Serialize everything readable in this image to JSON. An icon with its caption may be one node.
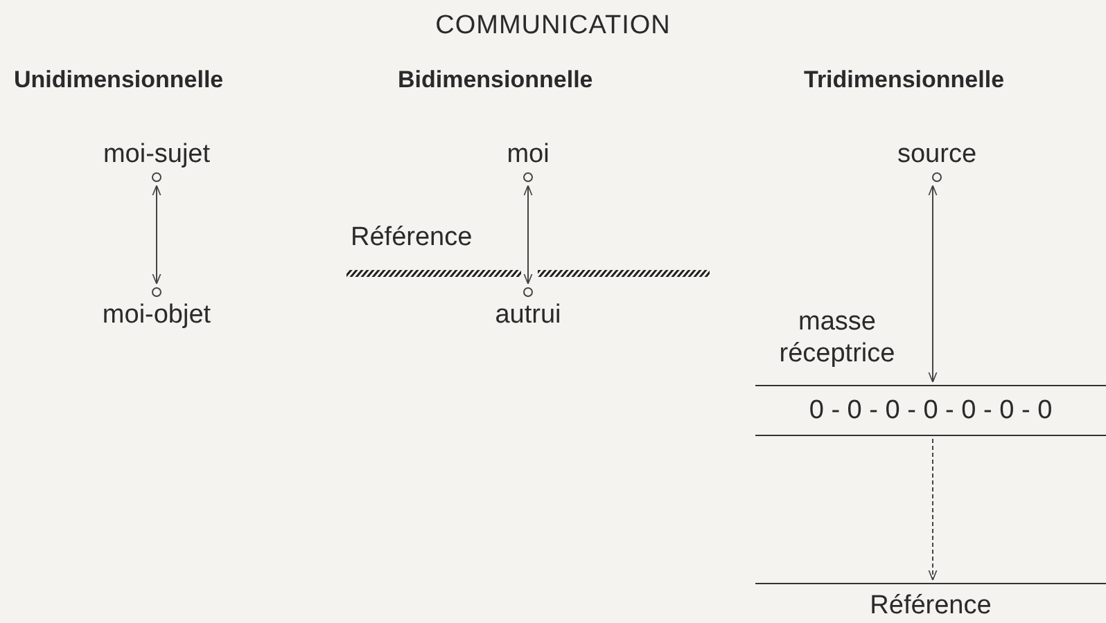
{
  "diagram": {
    "title": "COMMUNICATION",
    "nodes": [
      {
        "text": [
          "moi-sujet"
        ]
      },
      {
        "text": [
          "moi-objet"
        ]
      },
      {
        "text": [
          "moi"
        ]
      },
      {
        "text": [
          "autrui"
        ]
      },
      {
        "text": [
          "source"
        ]
      },
      {
        "text": [
          "0 - 0 - 0 - 0 - 0 - 0 - 0"
        ]
      },
      {
        "text": [
          "Référence"
        ]
      }
    ],
    "edges": [
      {
        "from": 0,
        "to": 1,
        "arrow": "both"
      },
      {
        "from": 2,
        "to": 3,
        "arrow": "both"
      },
      {
        "from": 4,
        "to": 5,
        "arrow": "both"
      },
      {
        "from": 5,
        "to": 6,
        "arrow": "to",
        "style": "dashed"
      }
    ],
    "labels": [
      "Unidimensionnelle",
      "Bidimensionnelle",
      "Tridimensionnelle",
      "Référence",
      "masse réceptrice"
    ]
  }
}
